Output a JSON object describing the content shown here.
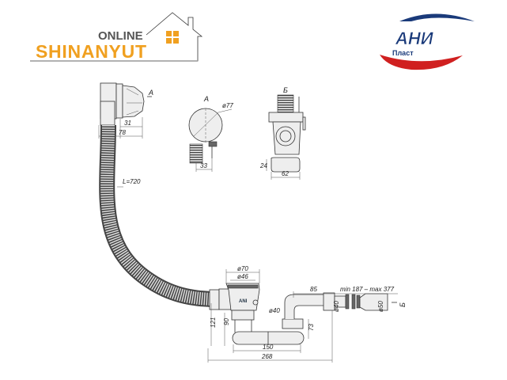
{
  "logos": {
    "left": {
      "top_text": "ONLINE",
      "main_text": "SHINANYUT",
      "accent_color": "#f0a020",
      "gray_color": "#555555"
    },
    "right": {
      "main_text": "АНИ",
      "sub_text": "Пласт",
      "blue_color": "#1a3a7a",
      "red_color": "#d02020"
    }
  },
  "drawing": {
    "overflow": {
      "view_marker": "А",
      "dim_31": "31",
      "dim_78": "78",
      "hose_length": "L=720"
    },
    "view_a": {
      "title": "А",
      "diameter": "ø77",
      "dim_33": "33"
    },
    "view_b": {
      "title": "Б",
      "dim_24": "24",
      "dim_62": "62"
    },
    "drain": {
      "dia_70": "ø70",
      "dia_46": "ø46",
      "dia_40": "ø40",
      "dim_85": "85",
      "range": "min 187 – max 377",
      "dia_40_outlet": "ø40",
      "dia_50": "ø50",
      "view_marker": "Б",
      "dim_121": "121",
      "dim_90": "90",
      "dim_73": "73",
      "dim_150": "150",
      "dim_268": "268"
    }
  }
}
